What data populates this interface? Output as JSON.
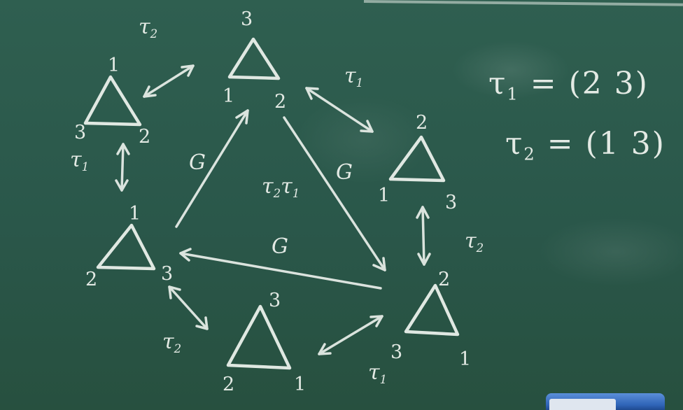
{
  "definitions": {
    "tau1": {
      "symbol": "τ",
      "index": "1",
      "rhs": "= (2 3)"
    },
    "tau2": {
      "symbol": "τ",
      "index": "2",
      "rhs": "= (1 3)"
    }
  },
  "triangles": [
    {
      "labels": [
        "3",
        "1",
        "2"
      ]
    },
    {
      "labels": [
        "1",
        "3",
        "2"
      ]
    },
    {
      "labels": [
        "1",
        "2",
        "3"
      ]
    },
    {
      "labels": [
        "2",
        "1",
        "3"
      ]
    },
    {
      "labels": [
        "3",
        "2",
        "1"
      ]
    },
    {
      "labels": [
        "2",
        "3",
        "1"
      ]
    }
  ],
  "edge_labels": {
    "top_left": [
      "τ",
      "2"
    ],
    "top_right": [
      "τ",
      "1"
    ],
    "left": [
      "τ",
      "1"
    ],
    "right": [
      "τ",
      "2"
    ],
    "bottom_left": [
      "τ",
      "2"
    ],
    "bottom_right": [
      "τ",
      "1"
    ],
    "inner_left": "G",
    "inner_bottom": "G",
    "inner_right": "G",
    "center": [
      "τ",
      "2",
      "τ",
      "1"
    ]
  },
  "colors": {
    "board": "#2c5a4c",
    "chalk": "#eef3ee",
    "marker": "#2f64b8"
  }
}
